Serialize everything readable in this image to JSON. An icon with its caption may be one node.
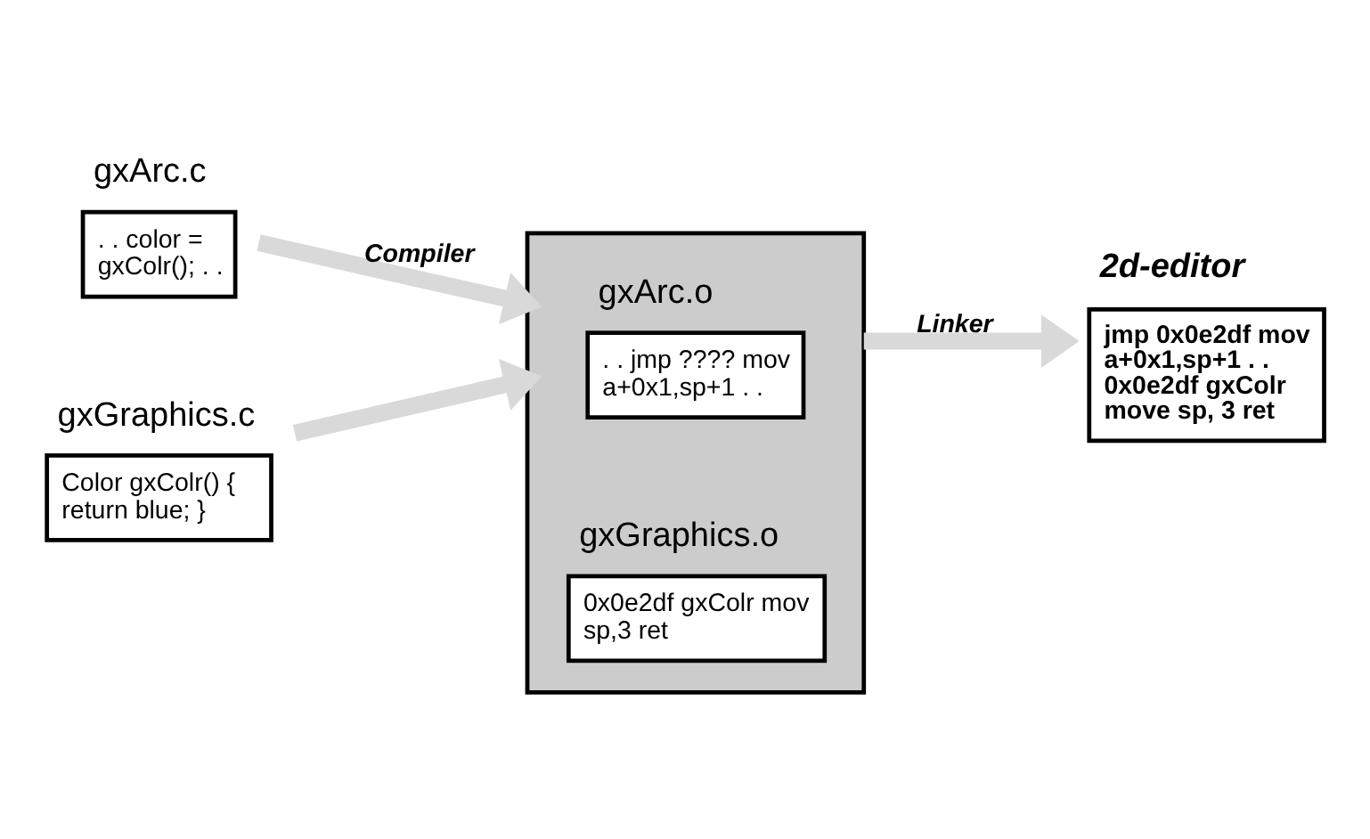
{
  "diagram": {
    "nodes": [
      {
        "text": [
          "gxArc.c",
          ". . color = gxColr(); . ."
        ]
      },
      {
        "text": [
          "gxGraphics.c",
          "Color gxColr() { return blue; }"
        ]
      },
      {
        "text": [],
        "shape": "band"
      },
      {
        "text": [
          "gxArc.o",
          ". . jmp ???? mov a+0x1,sp+1 . ."
        ],
        "in": 2
      },
      {
        "text": [
          "gxGraphics.o",
          "0x0e2df gxColr mov sp,3 ret"
        ],
        "in": 2
      },
      {
        "text": [
          "2d-editor",
          "jmp 0x0e2df mov a+0x1,sp+1 . . 0x0e2df gxColr move sp, 3 ret"
        ]
      }
    ],
    "edges": [
      {
        "from": 0,
        "to": 2,
        "arrow": "to",
        "label": "Compiler"
      },
      {
        "from": 1,
        "to": 2,
        "arrow": "to"
      },
      {
        "from": 2,
        "to": 5,
        "arrow": "to",
        "label": "Linker"
      }
    ]
  }
}
